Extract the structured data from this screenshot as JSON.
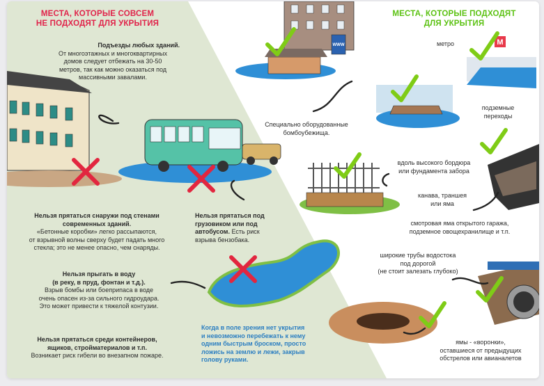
{
  "left_header": {
    "line1": "МЕСТА, КОТОРЫЕ СОВСЕМ",
    "line2": "НЕ ПОДХОДЯТ ДЛЯ УКРЫТИЯ"
  },
  "right_header": {
    "line1": "МЕСТА, КОТОРЫЕ ПОДХОДЯТ",
    "line2": "ДЛЯ УКРЫТИЯ"
  },
  "entrances": {
    "title": "Подъезды любых зданий.",
    "lines": [
      "От многоэтажных и многоквартирных",
      "домов следует отбежать на 30-50",
      "метров, так как можно оказаться под",
      "массивными завалами."
    ]
  },
  "walls": {
    "title_lines": [
      "Нельзя прятаться снаружи под стенами",
      "современных зданий."
    ],
    "lines": [
      "«Бетонные коробки» легко рассыпаются,",
      "от взрывной волны сверху будет падать много",
      "стекла; это не менее опасно, чем снаряды."
    ]
  },
  "truck": {
    "title_lines": [
      "Нельзя прятаться под",
      "грузовиком или под"
    ],
    "bold_word": "автобусом.",
    "rest": " Есть риск",
    "last_line": "взрыва бензобака."
  },
  "water": {
    "title_lines": [
      "Нельзя прыгать в воду",
      "(в реку, в пруд, фонтан и т.д.)."
    ],
    "lines": [
      "Взрыв бомбы или боеприпаса в воде",
      "очень опасен из-за сильного гидроудара.",
      "Это может привести к тяжелой контузии."
    ]
  },
  "containers": {
    "title_lines": [
      "Нельзя прятаться среди контейнеров,",
      "ящиков, стройматериалов и т.п."
    ],
    "lines": [
      "Возникает риск гибели во внезапном пожаре."
    ]
  },
  "open_field": {
    "lines": [
      "Когда в поле зрения нет укрытия",
      "и невозможно перебежать к нему",
      "одним быстрым броском, просто",
      "ложись на землю и лежи, закрыв",
      "голову руками."
    ]
  },
  "labels": {
    "shelter": [
      "Специально оборудованные",
      "бомбоубежища."
    ],
    "metro": "метро",
    "underpass": [
      "подземные",
      "переходы"
    ],
    "curb": [
      "вдоль высокого бордюра",
      "или фундамента забора"
    ],
    "ditch": [
      "канава, траншея",
      "или яма"
    ],
    "garage": [
      "смотровая яма открытого гаража,",
      "подземное овощехранилище и т.п."
    ],
    "pipes": [
      "широкие трубы водостока",
      "под дорогой",
      "(не стоит залезать глубоко)"
    ],
    "craters": [
      "ямы - «воронки»,",
      "оставшиеся от предыдущих",
      "обстрелов или авианалетов"
    ]
  },
  "signs": {
    "metro_letter": "М",
    "shelter_sign": "WWW"
  },
  "colors": {
    "left_panel": "#dfe7d3",
    "red_header": "#e0234a",
    "green_header": "#5cc213",
    "check": "#7fcc16",
    "cross": "#e2263f",
    "blue_text": "#2b7ec1",
    "water": "#2f8fd6"
  }
}
